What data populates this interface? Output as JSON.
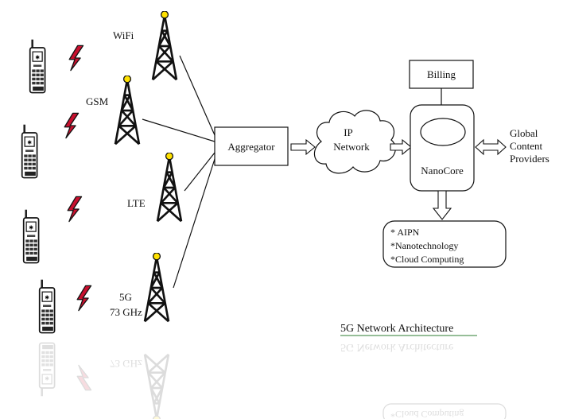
{
  "towers": {
    "wifi": "WiFi",
    "gsm": "GSM",
    "lte": "LTE",
    "fiveg_line1": "5G",
    "fiveg_line2": "73 GHz"
  },
  "aggregator": "Aggregator",
  "ip_network": {
    "line1": "IP",
    "line2": "Network"
  },
  "billing": "Billing",
  "nanocore": "NanoCore",
  "global_content": {
    "line1": "Global",
    "line2": "Content",
    "line3": "Providers"
  },
  "services": [
    "* AIPN",
    "*Nanotechnology",
    "*Cloud Computing"
  ],
  "caption": "5G Network Architecture",
  "reflection": {
    "caption": "5G Network Architecture",
    "tower_label": "73 GHz",
    "service": "*Cloud Computing"
  },
  "colors": {
    "ink": "#111111",
    "lightning": "#c8102e",
    "tower_light": "#ffe100",
    "caption_underline": "#2e7d32"
  }
}
